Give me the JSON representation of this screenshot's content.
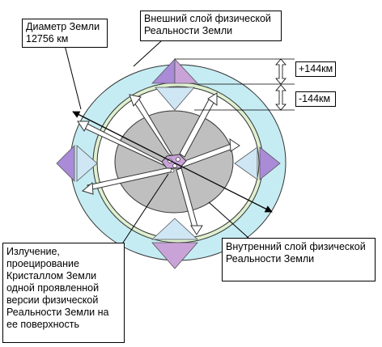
{
  "labels": {
    "diameter": "Диаметр Земли\n12756 км",
    "outer_layer": "Внешний слой физической\nРеальности Земли",
    "plus": "+144км",
    "minus": "-144км",
    "inner_layer": "Внутренний слой физической\nРеальности Земли",
    "emission": "Излучение,\nпроецирование\nКристаллом Земли\nодной проявленной\nверсии физической\nРеальности Земли на\nее поверхность"
  },
  "colors": {
    "outer_ring": "#c6ecf3",
    "inner_ring": "#dff0d0",
    "inner_disc": "#ffffff",
    "core": "#bfbfbf",
    "crystal": "#c9a3d8",
    "triangle_dark": "#a98bd8",
    "triangle_light": "#cfe6f5",
    "ray": "#ffffff"
  },
  "icons": {
    "crystal": "crystal-icon"
  }
}
